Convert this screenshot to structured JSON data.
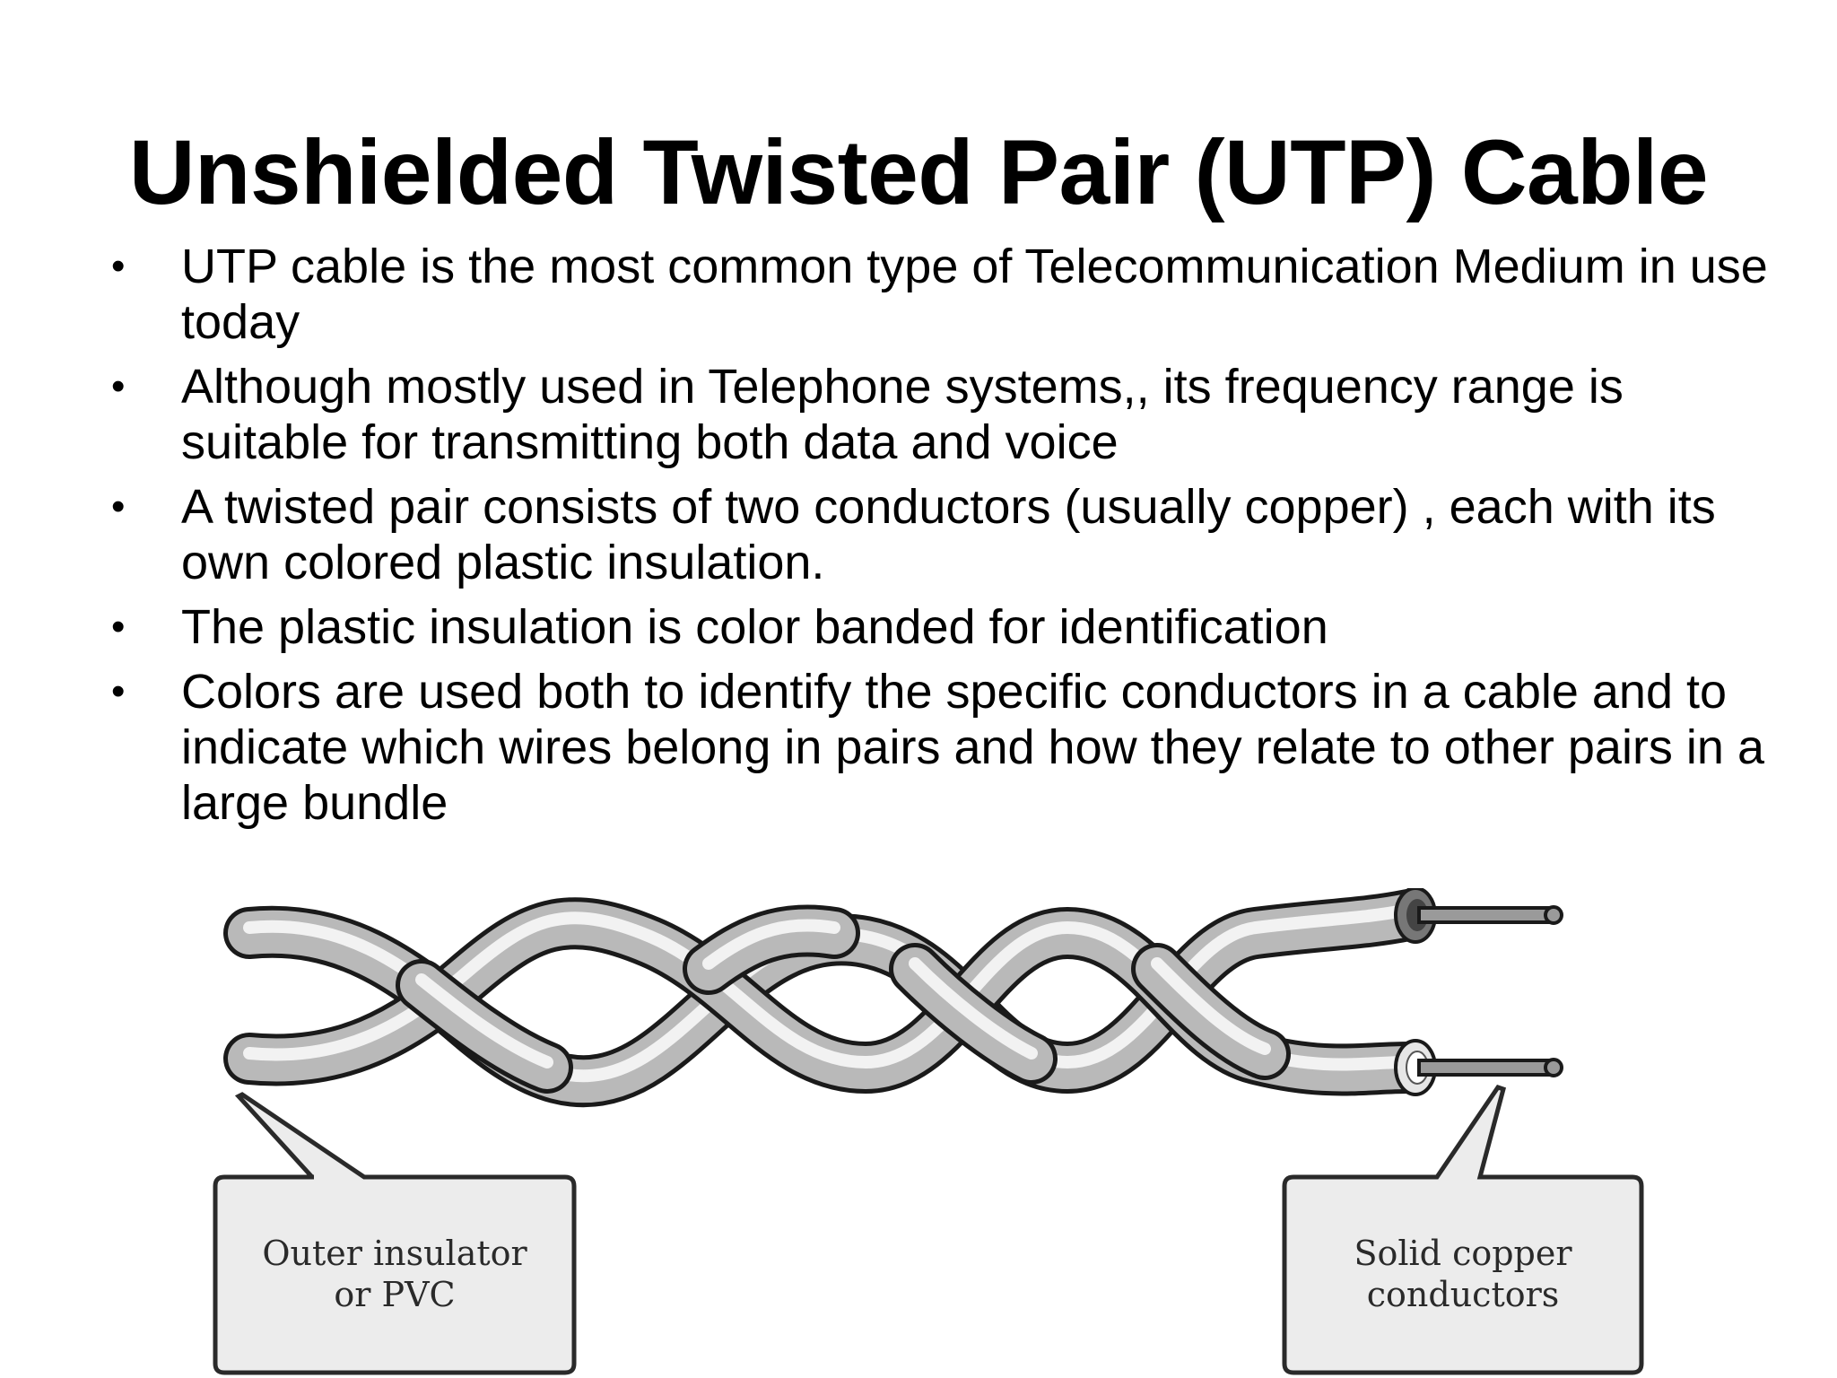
{
  "slide": {
    "title": "Unshielded Twisted Pair (UTP) Cable",
    "bullets": [
      {
        "text": "UTP cable is the most common type of Telecommunication Medium in use today"
      },
      {
        "text": "Although mostly used in Telephone systems,, its frequency range is suitable for transmitting both data and voice"
      },
      {
        "text": "A twisted pair consists of two conductors (usually copper) , each with its own colored plastic insulation."
      },
      {
        "text": "The plastic insulation is color banded for identification"
      },
      {
        "text": "Colors are used both to identify the specific conductors in a cable and to indicate which wires belong in pairs and how they relate to other pairs in a large bundle"
      }
    ],
    "bullet_symbol": "•"
  },
  "diagram": {
    "callouts": [
      {
        "line1": "Outer insulator",
        "line2": "or PVC"
      },
      {
        "line1": "Solid copper",
        "line2": "conductors"
      }
    ]
  }
}
